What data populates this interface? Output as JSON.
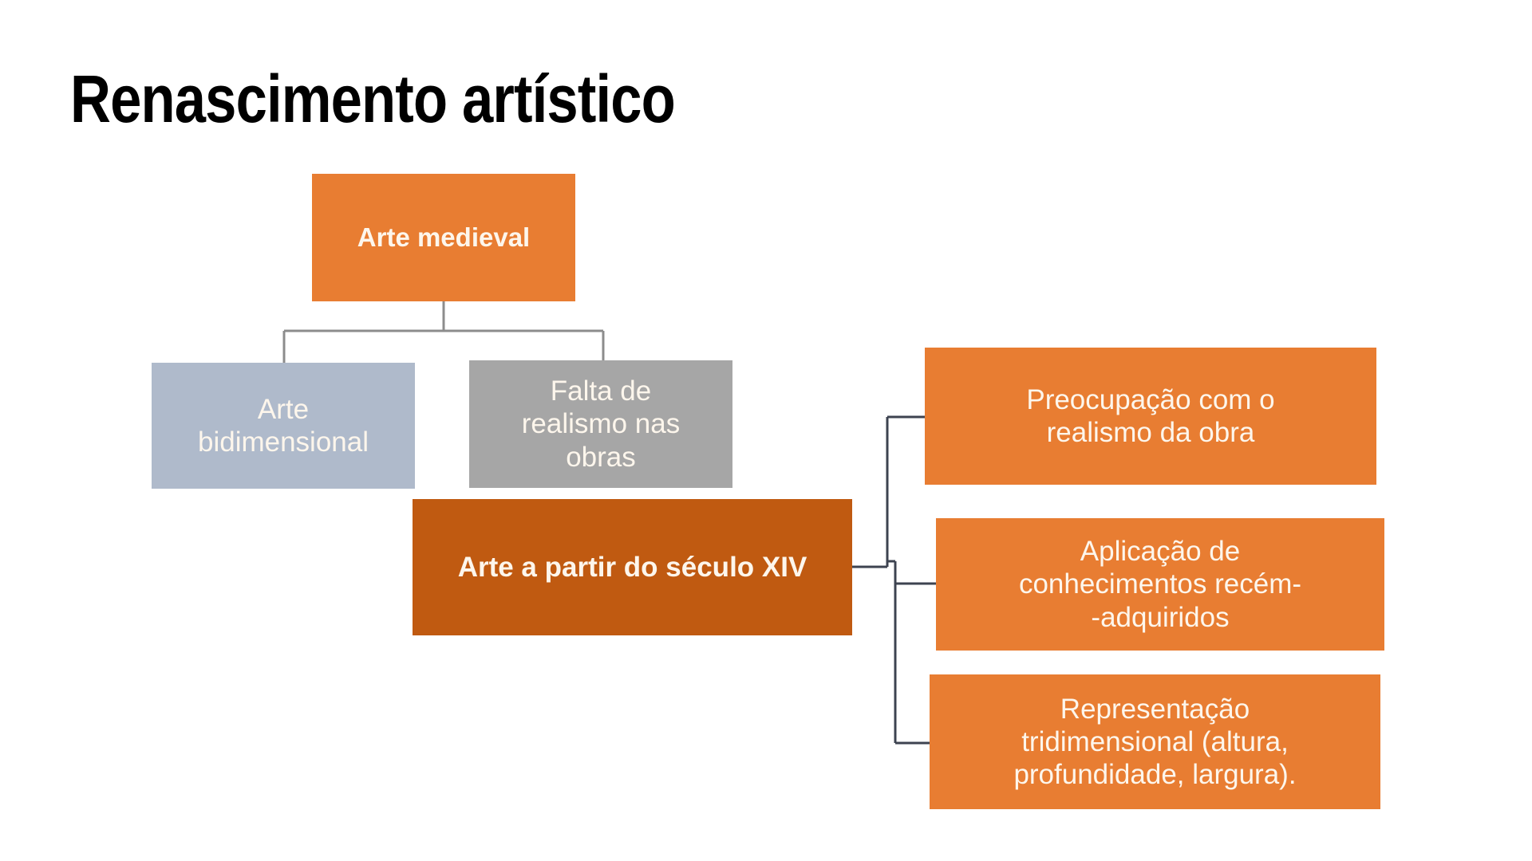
{
  "page": {
    "title": "Renascimento artístico",
    "background_color": "#FFFFFF"
  },
  "palette": {
    "orange": "#E87D32",
    "dark_orange": "#C05A11",
    "blue_gray": "#AFBACB",
    "gray": "#A6A6A6",
    "node_text": "#FDF6EC",
    "title_text": "#000000",
    "connector_gray": "#8C8C8C",
    "connector_dark": "#3D4350"
  },
  "diagram": {
    "type": "hierarchy",
    "nodes": [
      {
        "id": "arte-medieval",
        "label": "Arte medieval",
        "fill": "#E87D32",
        "bold": true
      },
      {
        "id": "arte-bidimensional",
        "label": "Arte\nbidimensional",
        "fill": "#AFBACB",
        "bold": false
      },
      {
        "id": "falta-realismo",
        "label": "Falta de\nrealismo nas\nobras",
        "fill": "#A6A6A6",
        "bold": false
      },
      {
        "id": "arte-sec-xiv",
        "label": "Arte a partir do século XIV",
        "fill": "#C05A11",
        "bold": true
      },
      {
        "id": "preocupacao",
        "label": "Preocupação com o\nrealismo da obra",
        "fill": "#E87D32",
        "bold": false
      },
      {
        "id": "aplicacao",
        "label": "Aplicação de\nconhecimentos recém-\n-adquiridos",
        "fill": "#E87D32",
        "bold": false
      },
      {
        "id": "representacao",
        "label": "Representação\ntridimensional (altura,\nprofundidade, largura).",
        "fill": "#E87D32",
        "bold": false
      }
    ],
    "edges": [
      {
        "from": "arte-medieval",
        "to": "arte-bidimensional"
      },
      {
        "from": "arte-medieval",
        "to": "falta-realismo"
      },
      {
        "from": "arte-sec-xiv",
        "to": "preocupacao"
      },
      {
        "from": "arte-sec-xiv",
        "to": "aplicacao"
      },
      {
        "from": "arte-sec-xiv",
        "to": "representacao"
      }
    ]
  }
}
